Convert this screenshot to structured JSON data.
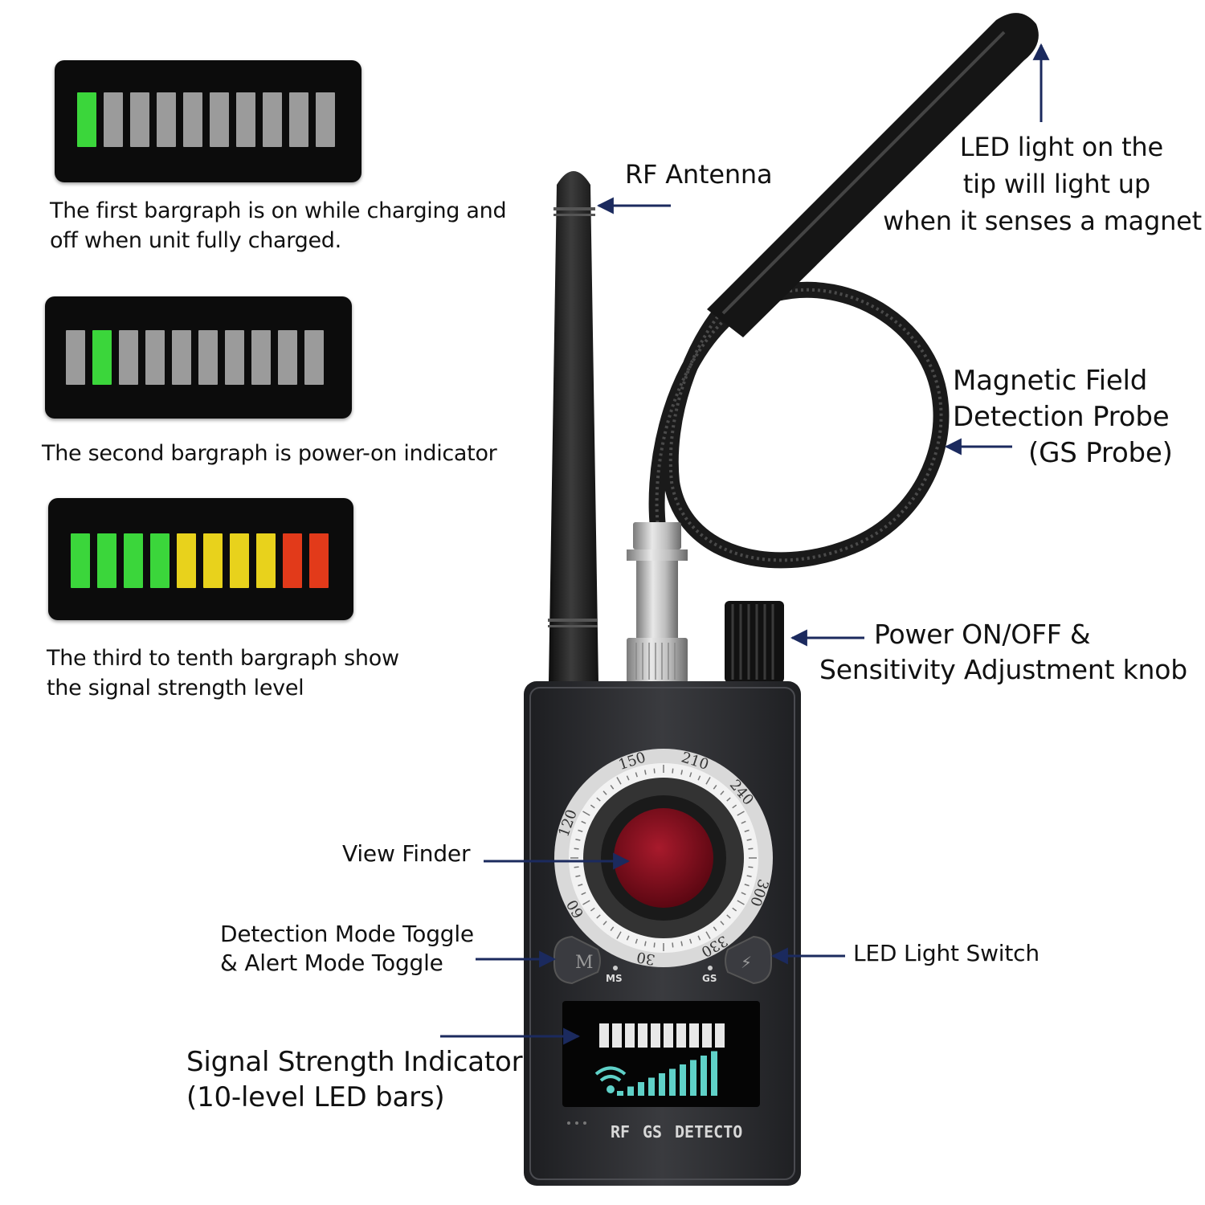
{
  "bargraphs": [
    {
      "segments": [
        "#3bd63b",
        "#9b9b9b",
        "#9b9b9b",
        "#9b9b9b",
        "#9b9b9b",
        "#9b9b9b",
        "#9b9b9b",
        "#9b9b9b",
        "#9b9b9b",
        "#9b9b9b"
      ],
      "caption": [
        "The first bargraph is on while charging and",
        "off when unit fully charged."
      ]
    },
    {
      "segments": [
        "#9b9b9b",
        "#3bd63b",
        "#9b9b9b",
        "#9b9b9b",
        "#9b9b9b",
        "#9b9b9b",
        "#9b9b9b",
        "#9b9b9b",
        "#9b9b9b",
        "#9b9b9b"
      ],
      "caption": [
        "The second bargraph is power-on indicator"
      ]
    },
    {
      "segments": [
        "#3bd63b",
        "#3bd63b",
        "#3bd63b",
        "#3bd63b",
        "#e8d21c",
        "#e8d21c",
        "#e8d21c",
        "#e8d21c",
        "#e23a1a",
        "#e23a1a"
      ],
      "caption": [
        "The third to tenth bargraph show",
        "the signal strength level"
      ]
    }
  ],
  "callouts": {
    "rf_antenna": "RF Antenna",
    "led_tip": [
      "LED light on the",
      "tip will light up",
      "when it senses a magnet"
    ],
    "probe": [
      "Magnetic Field",
      "Detection Probe",
      "(GS Probe)"
    ],
    "power": [
      "Power ON/OFF &",
      "Sensitivity Adjustment knob"
    ],
    "view_finder": "View Finder",
    "mode_toggle": [
      "Detection Mode Toggle",
      "& Alert Mode Toggle"
    ],
    "led_switch": "LED Light Switch",
    "signal": [
      "Signal Strength Indicator",
      "(10-level LED bars)"
    ]
  },
  "device": {
    "dial_numbers": [
      "150",
      "210",
      "240",
      "300",
      "330",
      "30",
      "60",
      "120"
    ],
    "mode_button": "M",
    "led_button": "⚡",
    "label_ms": "MS",
    "label_gs": "GS",
    "footer": [
      "RF",
      "GS",
      "DETECTO"
    ]
  },
  "colors": {
    "body": "#2a2b2e",
    "lens": "#8a0f1e",
    "arrow": "#1b2a5e",
    "screen_bar": "#e8e8e8",
    "signal_teal": "#5fd1c8"
  }
}
